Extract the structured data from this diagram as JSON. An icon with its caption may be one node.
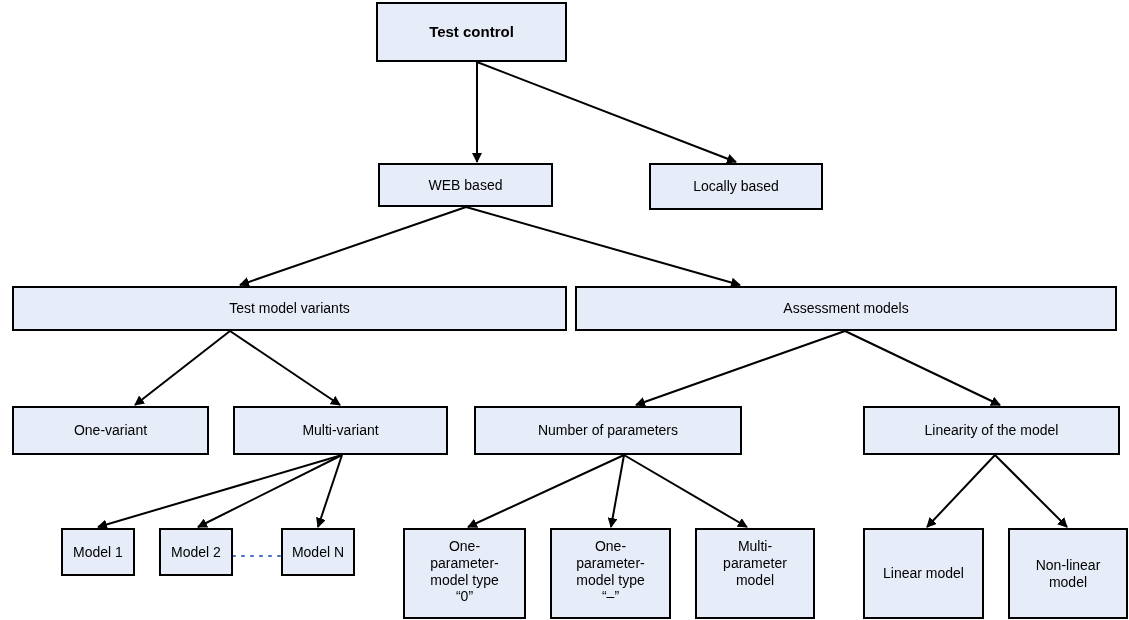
{
  "diagram": {
    "nodes": [
      {
        "text": [
          "Test control"
        ]
      },
      {
        "text": [
          "WEB based"
        ]
      },
      {
        "text": [
          "Locally based"
        ]
      },
      {
        "text": [
          "Test model variants"
        ]
      },
      {
        "text": [
          "Assessment models"
        ]
      },
      {
        "text": [
          "One-variant"
        ]
      },
      {
        "text": [
          "Multi-variant"
        ]
      },
      {
        "text": [
          "Model 1"
        ]
      },
      {
        "text": [
          "Model 2"
        ]
      },
      {
        "text": [
          "Model N"
        ]
      },
      {
        "text": [
          "Number of parameters"
        ]
      },
      {
        "text": [
          "Linearity of the model"
        ]
      },
      {
        "text": [
          "One-parameter-model type “0”"
        ]
      },
      {
        "text": [
          "One-parameter-model type “–”"
        ]
      },
      {
        "text": [
          "Multi-parameter model"
        ]
      },
      {
        "text": [
          "Linear model"
        ]
      },
      {
        "text": [
          "Non-linear model"
        ]
      }
    ],
    "edges": [
      {
        "from": 0,
        "to": 1,
        "arrow": "to"
      },
      {
        "from": 0,
        "to": 2,
        "arrow": "to"
      },
      {
        "from": 1,
        "to": 3,
        "arrow": "to"
      },
      {
        "from": 1,
        "to": 4,
        "arrow": "to"
      },
      {
        "from": 3,
        "to": 5,
        "arrow": "to"
      },
      {
        "from": 3,
        "to": 6,
        "arrow": "to"
      },
      {
        "from": 6,
        "to": 7,
        "arrow": "to"
      },
      {
        "from": 6,
        "to": 8,
        "arrow": "to"
      },
      {
        "from": 6,
        "to": 9,
        "arrow": "to"
      },
      {
        "from": 4,
        "to": 10,
        "arrow": "to"
      },
      {
        "from": 4,
        "to": 11,
        "arrow": "to"
      },
      {
        "from": 10,
        "to": 12,
        "arrow": "to"
      },
      {
        "from": 10,
        "to": 13,
        "arrow": "to"
      },
      {
        "from": 10,
        "to": 14,
        "arrow": "to"
      },
      {
        "from": 11,
        "to": 15,
        "arrow": "to"
      },
      {
        "from": 11,
        "to": 16,
        "arrow": "to"
      },
      {
        "from": 8,
        "to": 9,
        "arrow": "none",
        "style": "dashed",
        "color": "#4472c4"
      }
    ]
  }
}
